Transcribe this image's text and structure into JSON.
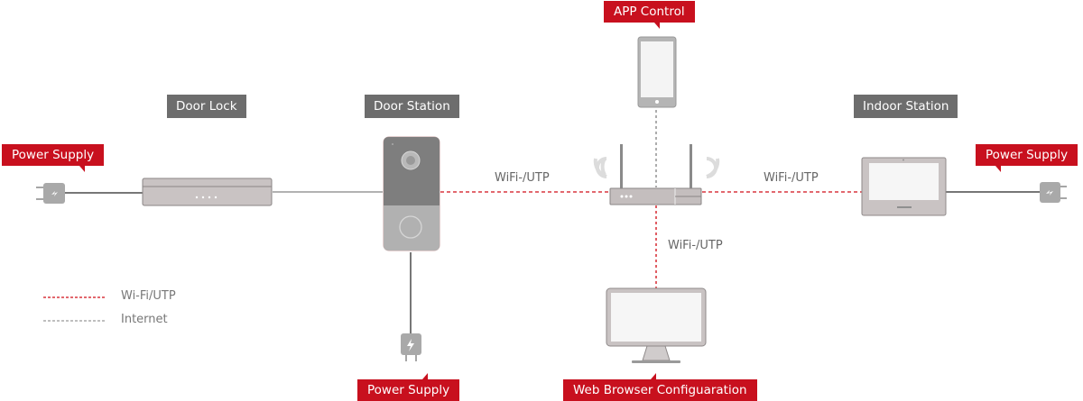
{
  "devices": {
    "door_lock": {
      "label": "Door Lock"
    },
    "door_station": {
      "label": "Door Station"
    },
    "indoor_station": {
      "label": "Indoor Station"
    },
    "app_control": {
      "label": "APP Control"
    },
    "web_browser": {
      "label": "Web Browser Configuaration"
    }
  },
  "power_supplies": [
    {
      "label": "Power Supply",
      "attached_to": "Door Lock"
    },
    {
      "label": "Power Supply",
      "attached_to": "Door Station"
    },
    {
      "label": "Power Supply",
      "attached_to": "Indoor Station"
    }
  ],
  "connections": [
    {
      "label": "WiFi-/UTP",
      "from": "Door Station",
      "to": "Router"
    },
    {
      "label": "WiFi-/UTP",
      "from": "Router",
      "to": "Indoor Station"
    },
    {
      "label": "WiFi-/UTP",
      "from": "Router",
      "to": "Web Browser Configuaration"
    }
  ],
  "legend": [
    {
      "label": "Wi-Fi/UTP",
      "color": "#d9363e",
      "style": "dashed"
    },
    {
      "label": "Internet",
      "color": "#999999",
      "style": "dashed"
    }
  ],
  "colors": {
    "accent": "#c8101e",
    "label_bg": "#6d6d6d",
    "device_gray": "#a9a9a9"
  }
}
